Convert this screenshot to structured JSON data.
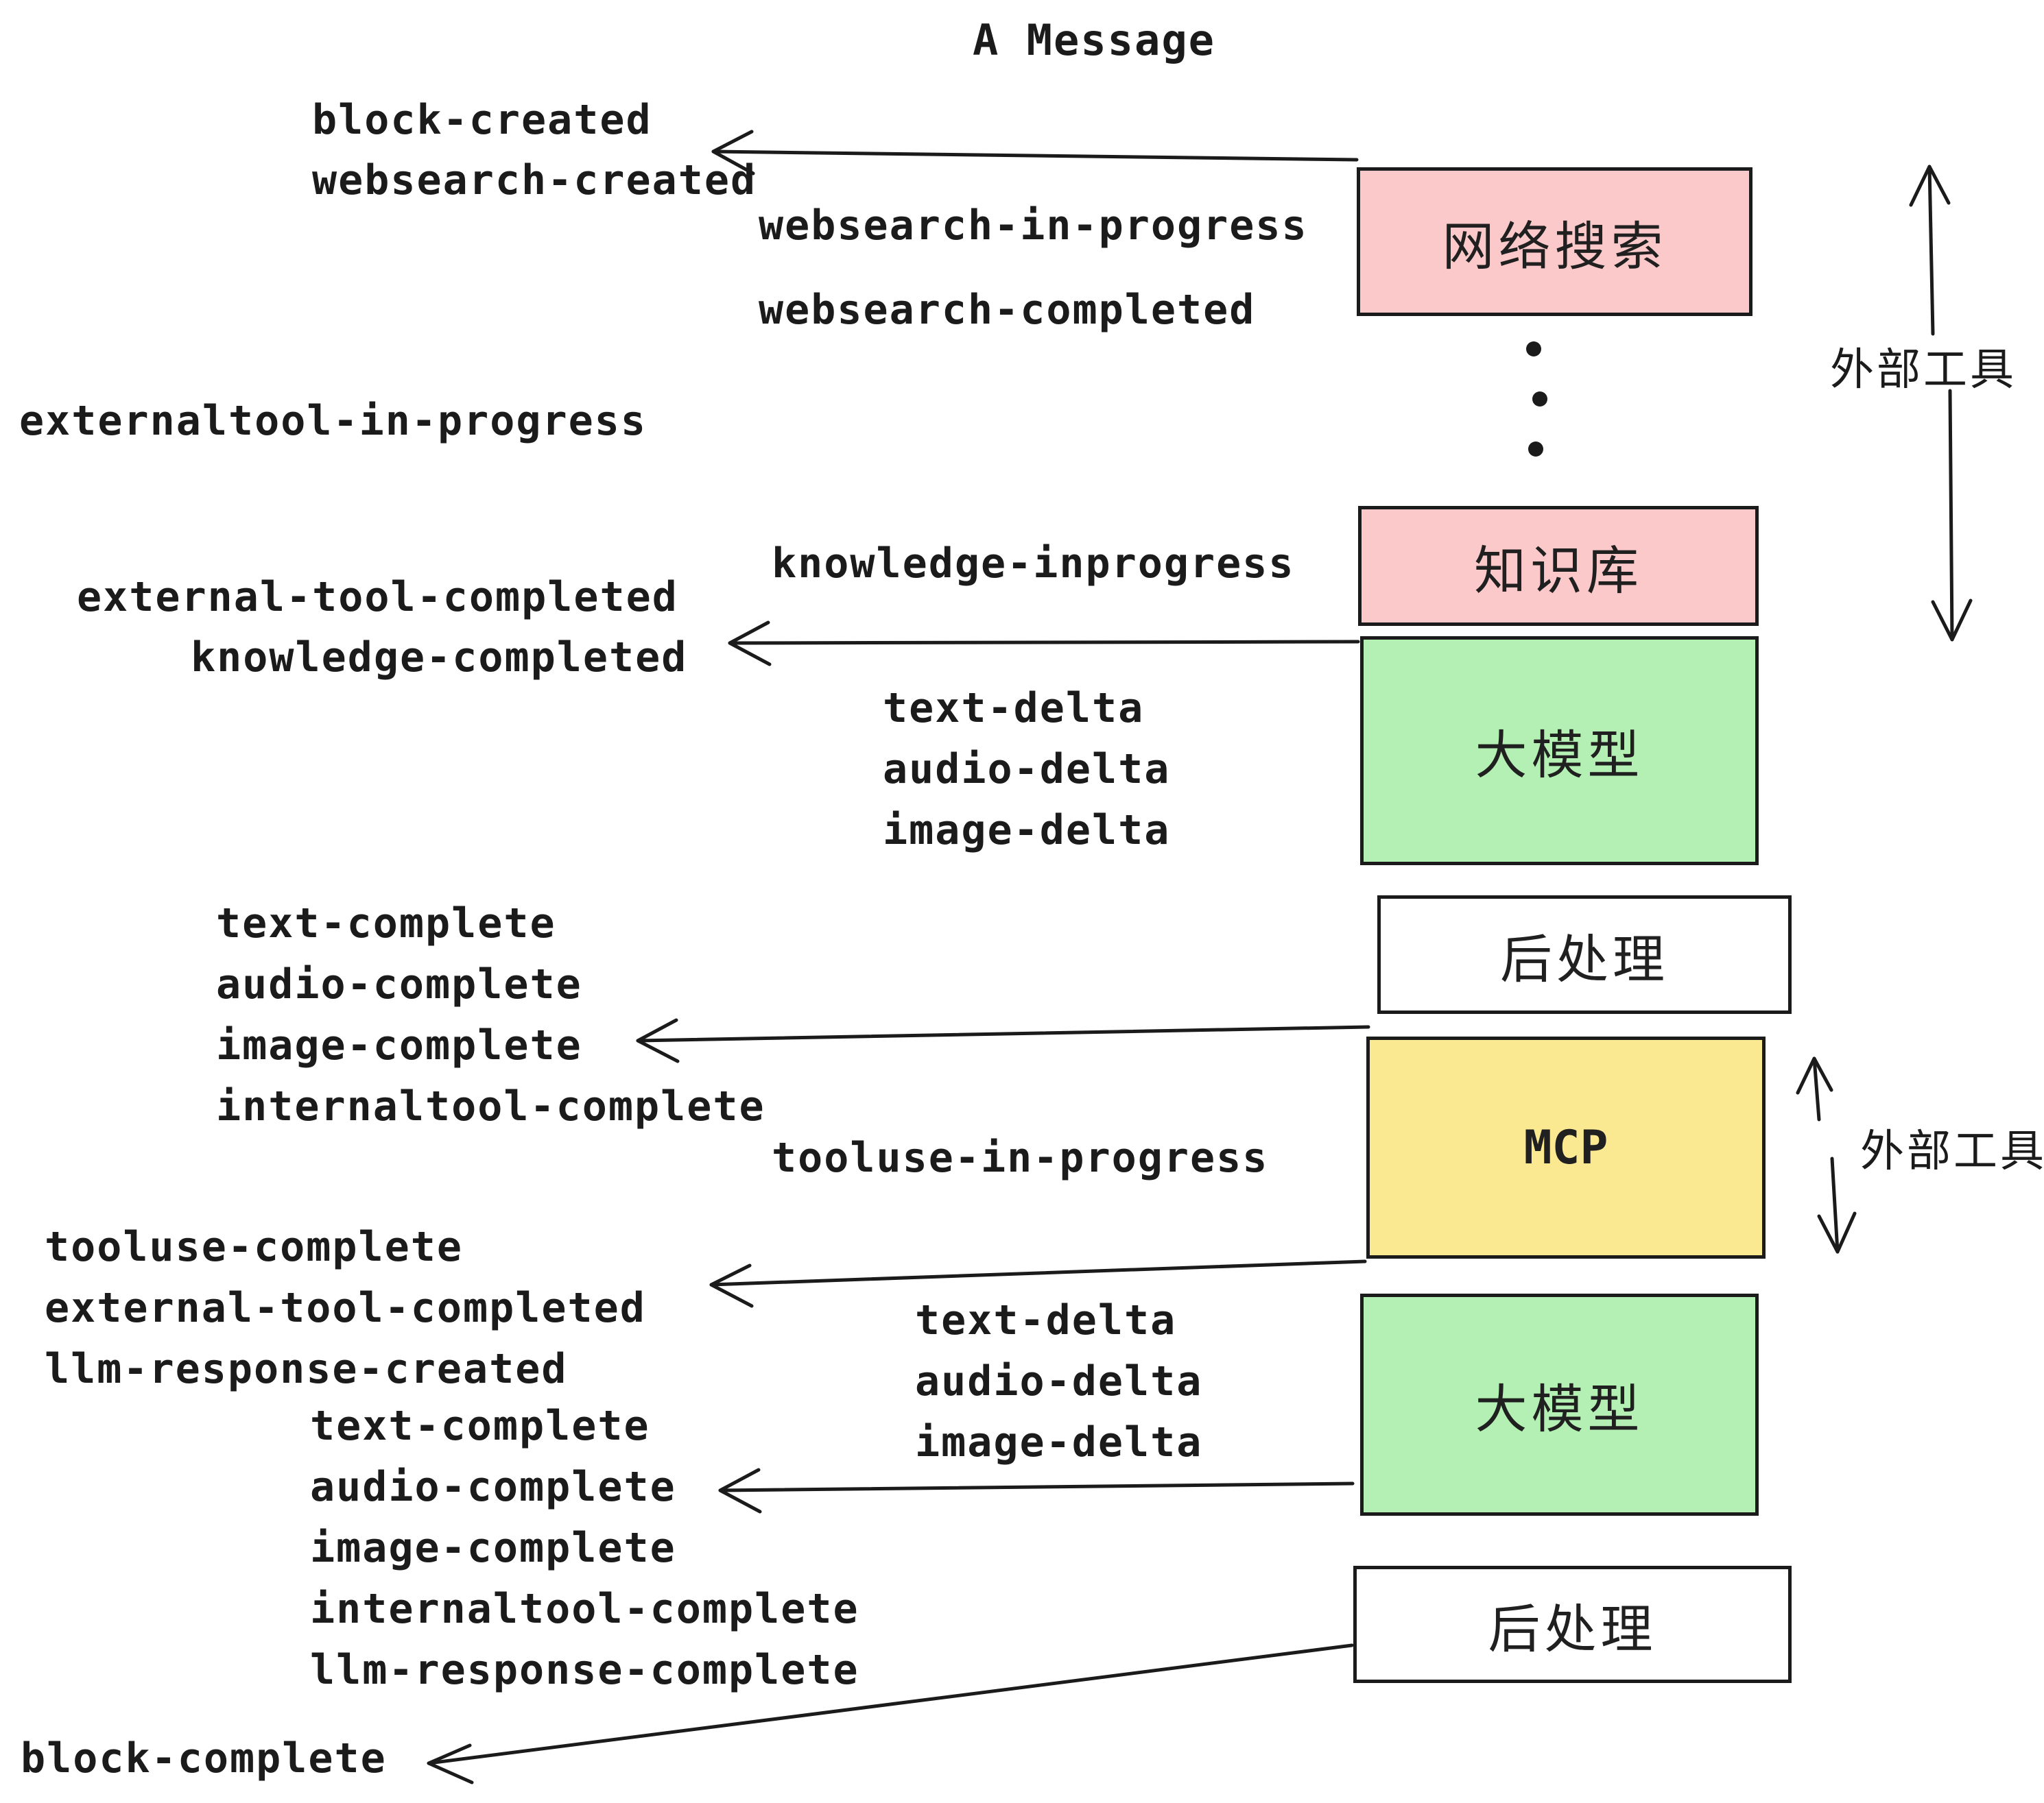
{
  "title": "A Message",
  "colors": {
    "pink": "#FBC9C9",
    "green": "#B4F0B4",
    "yellow": "#FBE992",
    "white": "#FFFFFF",
    "ink": "#1B1B1B"
  },
  "events": [
    {
      "id": "block-created",
      "text": "block-created"
    },
    {
      "id": "websearch-created",
      "text": "websearch-created"
    },
    {
      "id": "websearch-in-progress",
      "text": "websearch-in-progress"
    },
    {
      "id": "websearch-completed",
      "text": "websearch-completed"
    },
    {
      "id": "externaltool-in-progress",
      "text": "externaltool-in-progress"
    },
    {
      "id": "knowledge-inprogress",
      "text": "knowledge-inprogress"
    },
    {
      "id": "external-tool-completed",
      "text": "external-tool-completed"
    },
    {
      "id": "knowledge-completed",
      "text": "knowledge-completed"
    },
    {
      "id": "text-delta",
      "text": "text-delta"
    },
    {
      "id": "audio-delta",
      "text": "audio-delta"
    },
    {
      "id": "image-delta",
      "text": "image-delta"
    },
    {
      "id": "text-complete",
      "text": "text-complete"
    },
    {
      "id": "audio-complete",
      "text": "audio-complete"
    },
    {
      "id": "image-complete",
      "text": "image-complete"
    },
    {
      "id": "internaltool-complete",
      "text": "internaltool-complete"
    },
    {
      "id": "tooluse-in-progress",
      "text": "tooluse-in-progress"
    },
    {
      "id": "tooluse-complete",
      "text": "tooluse-complete"
    },
    {
      "id": "external-tool-completed-2",
      "text": "external-tool-completed"
    },
    {
      "id": "llm-response-created",
      "text": "llm-response-created"
    },
    {
      "id": "text-complete-2",
      "text": "text-complete"
    },
    {
      "id": "audio-complete-2",
      "text": "audio-complete"
    },
    {
      "id": "image-complete-2",
      "text": "image-complete"
    },
    {
      "id": "internaltool-complete-2",
      "text": "internaltool-complete"
    },
    {
      "id": "llm-response-complete",
      "text": "llm-response-complete"
    },
    {
      "id": "text-delta-2",
      "text": "text-delta"
    },
    {
      "id": "audio-delta-2",
      "text": "audio-delta"
    },
    {
      "id": "image-delta-2",
      "text": "image-delta"
    },
    {
      "id": "block-complete",
      "text": "block-complete"
    }
  ],
  "boxes": [
    {
      "id": "websearch",
      "label": "网络搜索",
      "color": "pink"
    },
    {
      "id": "knowledge",
      "label": "知识库",
      "color": "pink"
    },
    {
      "id": "llm-1",
      "label": "大模型",
      "color": "green"
    },
    {
      "id": "postprocess-1",
      "label": "后处理",
      "color": "white"
    },
    {
      "id": "mcp",
      "label": "MCP",
      "color": "yellow"
    },
    {
      "id": "llm-2",
      "label": "大模型",
      "color": "green"
    },
    {
      "id": "postprocess-2",
      "label": "后处理",
      "color": "white"
    }
  ],
  "side_labels": {
    "external_tools_top": "外部工具",
    "external_tools_bottom": "外部工具"
  }
}
